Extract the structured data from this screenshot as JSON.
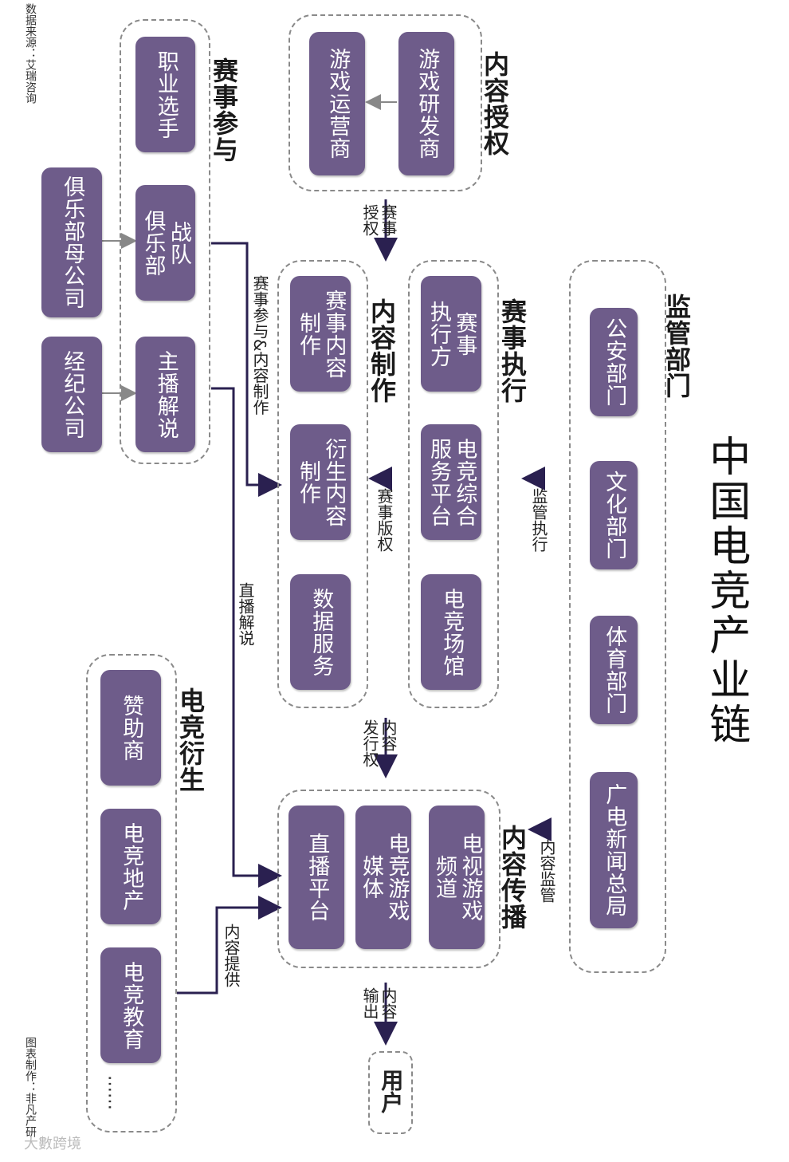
{
  "title": "中国电竞产业链",
  "source": "数据来源：艾瑞咨询",
  "credit": "图表制作：非凡产研",
  "watermark": "大數跨境",
  "groups": {
    "event_participation": {
      "title": "赛事参与",
      "items": [
        "职业选手",
        "战队\n俱乐部",
        "主播解说"
      ]
    },
    "content_license": {
      "title": "内容授权",
      "items": [
        "游戏研发商",
        "游戏运营商"
      ]
    },
    "content_production": {
      "title": "内容制作",
      "items": [
        "赛事内容\n制作",
        "衍生内容\n制作",
        "数据服务"
      ]
    },
    "event_execution": {
      "title": "赛事执行",
      "items": [
        "赛事\n执行方",
        "电竞综合\n服务平台",
        "电竞场馆"
      ]
    },
    "regulators": {
      "title": "监管部门",
      "items": [
        "公安部门",
        "文化部门",
        "体育部门",
        "广电新闻总局"
      ]
    },
    "content_distribution": {
      "title": "内容传播",
      "items": [
        "电视游戏\n频道",
        "电竞游戏\n媒体",
        "直播平台"
      ]
    },
    "esports_derivatives": {
      "title": "电竞衍生",
      "items": [
        "赞助商",
        "电竞地产",
        "电竞教育",
        "……"
      ]
    },
    "users": {
      "title": "用户"
    }
  },
  "outer": {
    "club_parent": "俱乐部母公司",
    "agency": "经纪公司"
  },
  "edges": {
    "event_license": "赛事\n授权",
    "participation_production": "赛事参与&内容制作",
    "live_commentary": "直播解说",
    "event_copyright": "赛事版权",
    "supervision_execution": "监管执行",
    "content_publishing": "内容\n发行权",
    "content_supervision": "内容监管",
    "content_provision": "内容提供",
    "content_output": "内容\n输出"
  },
  "colors": {
    "box": "#6e5c8a",
    "line": "#2a2050",
    "dash": "#8a8a8a"
  }
}
